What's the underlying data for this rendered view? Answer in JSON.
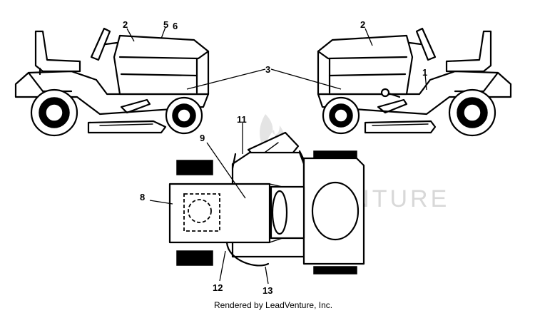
{
  "callouts": {
    "c1": "1",
    "c2_left": "2",
    "c2_right": "2",
    "c3": "3",
    "c5": "5",
    "c6": "6",
    "c8": "8",
    "c9": "9",
    "c11": "11",
    "c12": "12",
    "c13": "13"
  },
  "watermark": "LEADVENTURE",
  "footer": "Rendered by LeadVenture, Inc."
}
